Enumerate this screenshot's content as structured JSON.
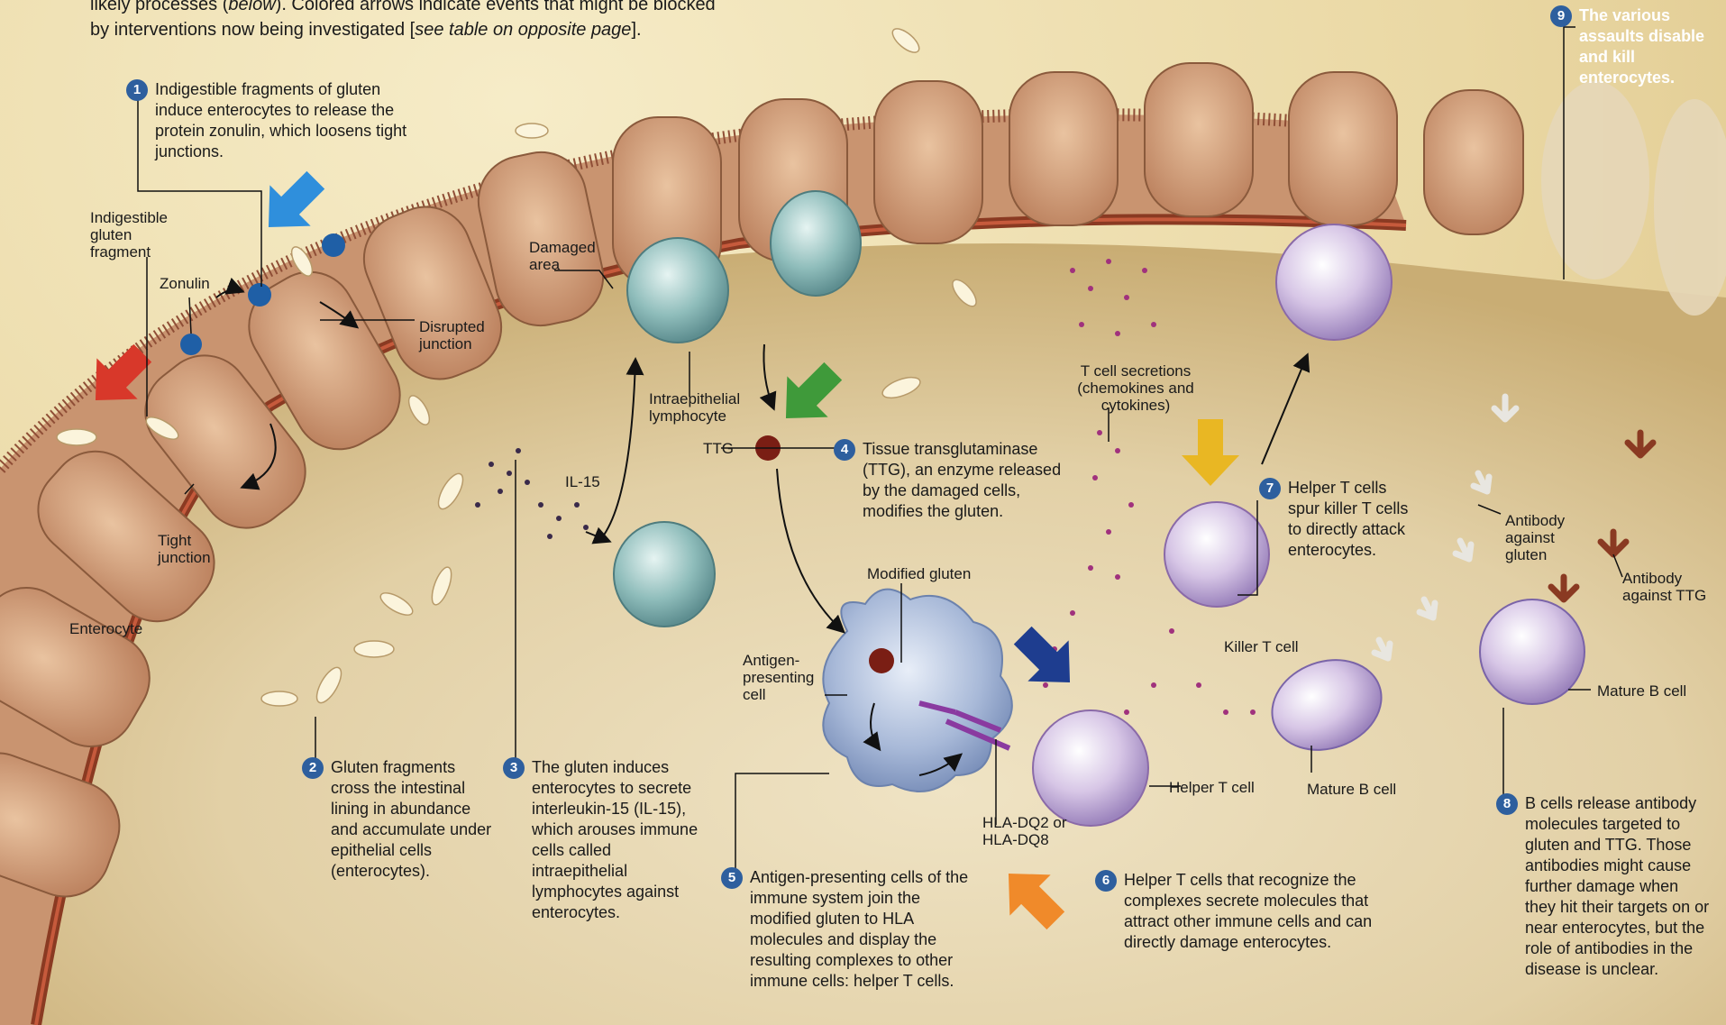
{
  "header": {
    "line1_a": "likely processes (",
    "line1_em": "below",
    "line1_b": "). Colored arrows indicate events that might be blocked",
    "line2_a": "by interventions now being investigated [",
    "line2_em": "see table on opposite page",
    "line2_b": "]."
  },
  "steps": [
    {
      "num": "1",
      "text": "Indigestible fragments of gluten induce enterocytes to release the protein zonulin, which loosens tight junctions."
    },
    {
      "num": "2",
      "text": "Gluten fragments cross the intestinal lining in abundance and accumulate under epithelial cells (enterocytes)."
    },
    {
      "num": "3",
      "text": "The gluten induces enterocytes to secrete interleukin-15 (IL-15), which arouses immune cells called intraepithelial lymphocytes against enterocytes."
    },
    {
      "num": "4",
      "text": "Tissue transglutaminase (TTG), an enzyme released by the damaged cells, modifies the gluten."
    },
    {
      "num": "5",
      "text": "Antigen-presenting cells of the immune system join the modified gluten to HLA molecules and display the resulting complexes to other immune cells: helper T cells."
    },
    {
      "num": "6",
      "text": "Helper T cells that recognize the complexes secrete molecules that attract other immune cells and can directly damage enterocytes."
    },
    {
      "num": "7",
      "text": "Helper T cells spur killer T cells to directly attack enterocytes."
    },
    {
      "num": "8",
      "text": "B cells release antibody molecules targeted to gluten and TTG. Those antibodies might cause further damage when they hit their targets on or near enterocytes, but the role of antibodies in the disease is unclear."
    },
    {
      "num": "9",
      "text": "The various assaults disable and kill enterocytes."
    }
  ],
  "labels": {
    "indigestible_gluten_fragment": "Indigestible gluten fragment",
    "zonulin": "Zonulin",
    "disrupted_junction": "Disrupted junction",
    "damaged_area": "Damaged area",
    "tight_junction": "Tight junction",
    "enterocyte": "Enterocyte",
    "il15": "IL-15",
    "intraepithelial_lymphocyte": "Intraepithelial lymphocyte",
    "ttg": "TTG",
    "t_cell_secretions": "T cell secretions (chemokines and cytokines)",
    "modified_gluten": "Modified gluten",
    "antigen_presenting_cell": "Antigen-presenting cell",
    "hla": "HLA-DQ2 or HLA-DQ8",
    "helper_t_cell": "Helper T cell",
    "killer_t_cell": "Killer T cell",
    "mature_b_cell_1": "Mature B cell",
    "mature_b_cell_2": "Mature B cell",
    "antibody_gluten": "Antibody against gluten",
    "antibody_ttg": "Antibody against TTG"
  },
  "colors": {
    "step_badge": "#2e5f9e",
    "arrow_red": "#d8382a",
    "arrow_blue": "#2f8fdc",
    "arrow_green": "#3f9a3a",
    "arrow_yellow": "#e9b723",
    "arrow_navy": "#1e3d8f",
    "arrow_orange": "#f08a2a"
  }
}
